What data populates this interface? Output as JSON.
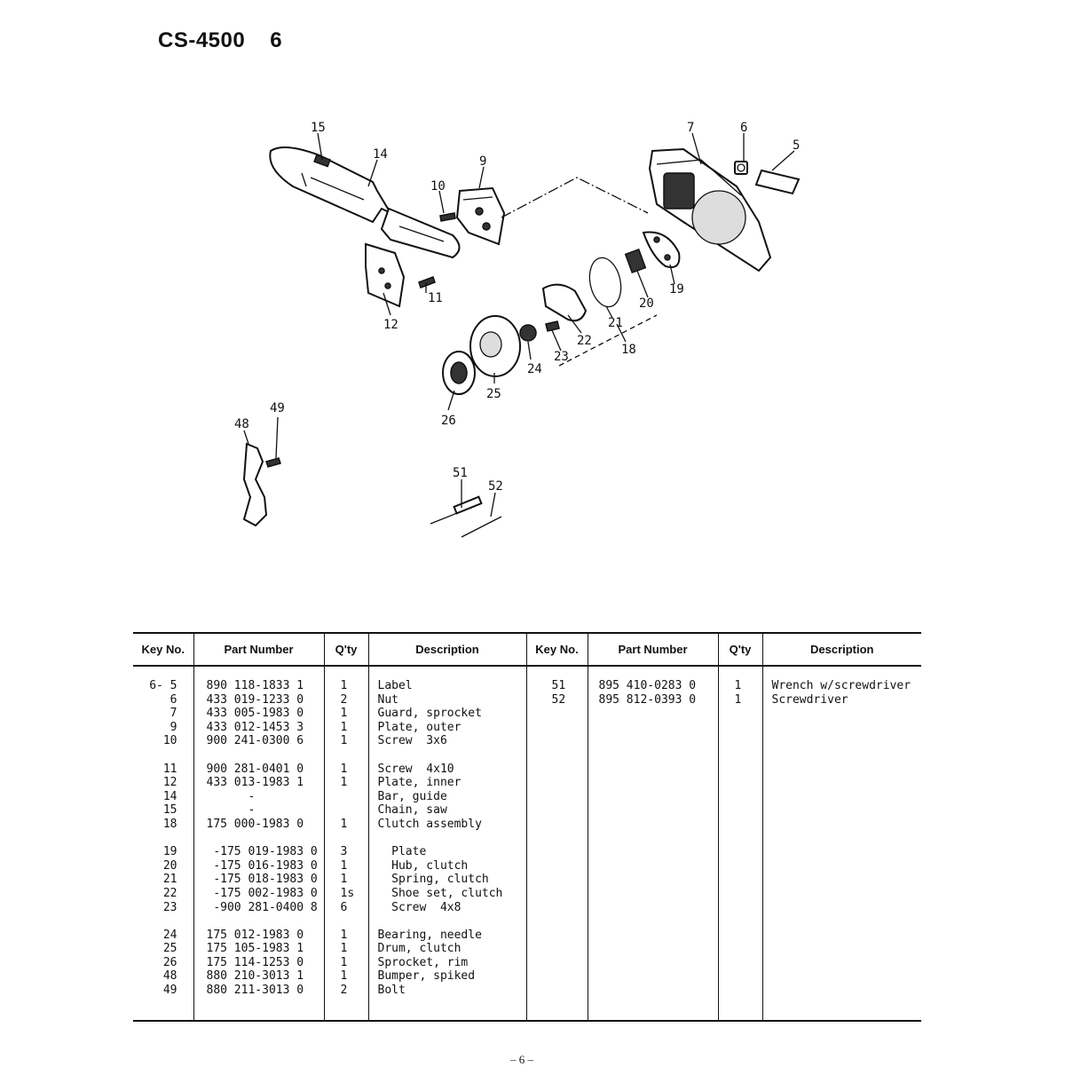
{
  "header": {
    "model": "CS-4500",
    "section": "6"
  },
  "diagram": {
    "callouts": [
      "15",
      "14",
      "9",
      "10",
      "12",
      "11",
      "7",
      "6",
      "5",
      "19",
      "20",
      "21",
      "18",
      "22",
      "23",
      "24",
      "25",
      "26",
      "48",
      "49",
      "51",
      "52"
    ]
  },
  "table": {
    "headers": [
      "Key No.",
      "Part Number",
      "Q'ty",
      "Description",
      "Key No.",
      "Part Number",
      "Q'ty",
      "Description"
    ],
    "left_groups": [
      [
        {
          "key": "6- 5",
          "part": "890 118-1833 1",
          "qty": "1",
          "desc": "Label"
        },
        {
          "key": "6",
          "part": "433 019-1233 0",
          "qty": "2",
          "desc": "Nut"
        },
        {
          "key": "7",
          "part": "433 005-1983 0",
          "qty": "1",
          "desc": "Guard, sprocket"
        },
        {
          "key": "9",
          "part": "433 012-1453 3",
          "qty": "1",
          "desc": "Plate, outer"
        },
        {
          "key": "10",
          "part": "900 241-0300 6",
          "qty": "1",
          "desc": "Screw  3x6"
        }
      ],
      [
        {
          "key": "11",
          "part": "900 281-0401 0",
          "qty": "1",
          "desc": "Screw  4x10"
        },
        {
          "key": "12",
          "part": "433 013-1983 1",
          "qty": "1",
          "desc": "Plate, inner"
        },
        {
          "key": "14",
          "part": "      -",
          "qty": "",
          "desc": "Bar, guide"
        },
        {
          "key": "15",
          "part": "      -",
          "qty": "",
          "desc": "Chain, saw"
        },
        {
          "key": "18",
          "part": "175 000-1983 0",
          "qty": "1",
          "desc": "Clutch assembly"
        }
      ],
      [
        {
          "key": "19",
          "part": " -175 019-1983 0",
          "qty": "3",
          "desc": "  Plate"
        },
        {
          "key": "20",
          "part": " -175 016-1983 0",
          "qty": "1",
          "desc": "  Hub, clutch"
        },
        {
          "key": "21",
          "part": " -175 018-1983 0",
          "qty": "1",
          "desc": "  Spring, clutch"
        },
        {
          "key": "22",
          "part": " -175 002-1983 0",
          "qty": "1s",
          "desc": "  Shoe set, clutch"
        },
        {
          "key": "23",
          "part": " -900 281-0400 8",
          "qty": "6",
          "desc": "  Screw  4x8"
        }
      ],
      [
        {
          "key": "24",
          "part": "175 012-1983 0",
          "qty": "1",
          "desc": "Bearing, needle"
        },
        {
          "key": "25",
          "part": "175 105-1983 1",
          "qty": "1",
          "desc": "Drum, clutch"
        },
        {
          "key": "26",
          "part": "175 114-1253 0",
          "qty": "1",
          "desc": "Sprocket, rim"
        },
        {
          "key": "48",
          "part": "880 210-3013 1",
          "qty": "1",
          "desc": "Bumper, spiked"
        },
        {
          "key": "49",
          "part": "880 211-3013 0",
          "qty": "2",
          "desc": "Bolt"
        }
      ]
    ],
    "right_rows": [
      {
        "key": "51",
        "part": "895 410-0283 0",
        "qty": "1",
        "desc": "Wrench w/screwdriver"
      },
      {
        "key": "52",
        "part": "895 812-0393 0",
        "qty": "1",
        "desc": "Screwdriver"
      }
    ]
  },
  "footer": {
    "page_number": "– 6 –"
  }
}
